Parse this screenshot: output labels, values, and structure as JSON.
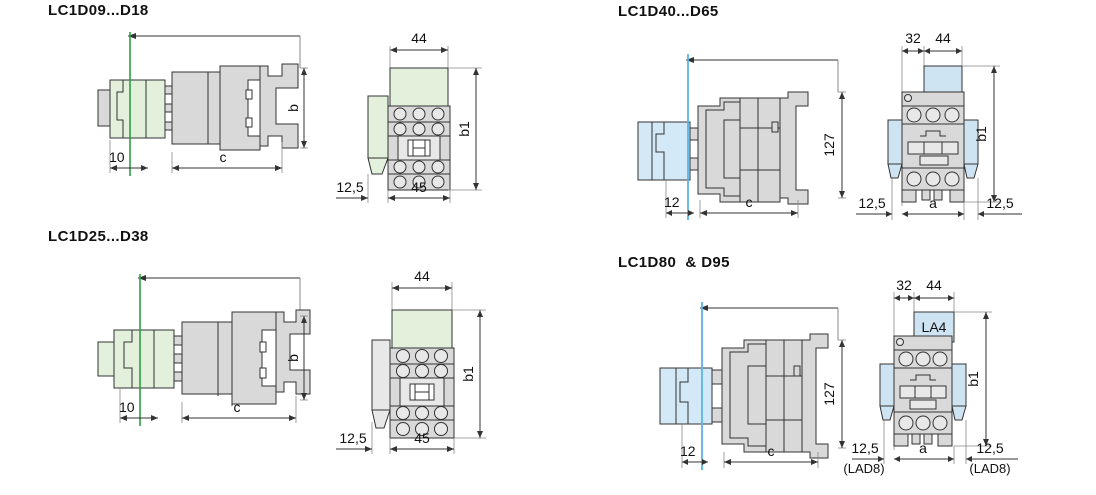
{
  "page": {
    "background": "#ffffff",
    "line_color": "#333333",
    "body_fill": "#d9d9d9",
    "body_fill_light": "#e8e8e8",
    "coil_fill_green": "#e2f0dc",
    "coil_fill_blue": "#cfe4f3",
    "accessory_fill_green": "#e2f0dc",
    "accessory_fill_blue": "#d4e9f7",
    "axis_color_green": "#2e9e41",
    "axis_color_blue": "#5ab4e5"
  },
  "panels": [
    {
      "id": "lc1d09-d18",
      "title": "LC1D09...D18",
      "accent": "green",
      "side_view": {
        "dims": [
          {
            "name": "offset",
            "label": "10"
          },
          {
            "name": "depth",
            "label": "c"
          },
          {
            "name": "height",
            "label": "b"
          }
        ]
      },
      "front_view": {
        "dims": [
          {
            "name": "coil-width",
            "label": "44"
          },
          {
            "name": "side-clearance",
            "label": "12,5"
          },
          {
            "name": "body-width",
            "label": "45"
          },
          {
            "name": "total-height",
            "label": "b1"
          }
        ]
      }
    },
    {
      "id": "lc1d25-d38",
      "title": "LC1D25...D38",
      "accent": "green",
      "side_view": {
        "dims": [
          {
            "name": "offset",
            "label": "10"
          },
          {
            "name": "depth",
            "label": "c"
          },
          {
            "name": "height",
            "label": "b"
          }
        ]
      },
      "front_view": {
        "dims": [
          {
            "name": "coil-width",
            "label": "44"
          },
          {
            "name": "side-clearance",
            "label": "12,5"
          },
          {
            "name": "body-width",
            "label": "45"
          },
          {
            "name": "total-height",
            "label": "b1"
          }
        ]
      }
    },
    {
      "id": "lc1d40-d65",
      "title": "LC1D40...D65",
      "accent": "blue",
      "side_view": {
        "dims": [
          {
            "name": "offset",
            "label": "12"
          },
          {
            "name": "depth",
            "label": "c"
          },
          {
            "name": "height",
            "label": "127"
          }
        ]
      },
      "front_view": {
        "dims": [
          {
            "name": "coil-offset",
            "label": "32"
          },
          {
            "name": "coil-width",
            "label": "44"
          },
          {
            "name": "left-clearance",
            "label": "12,5"
          },
          {
            "name": "body-width",
            "label": "a"
          },
          {
            "name": "right-clearance",
            "label": "12,5"
          },
          {
            "name": "total-height",
            "label": "b1"
          }
        ]
      }
    },
    {
      "id": "lc1d80-d95",
      "title": "LC1D80  & D95",
      "accent": "blue",
      "side_view": {
        "dims": [
          {
            "name": "offset",
            "label": "12"
          },
          {
            "name": "depth",
            "label": "c"
          },
          {
            "name": "height",
            "label": "127"
          }
        ]
      },
      "front_view": {
        "coil_label": "LA4",
        "dims": [
          {
            "name": "coil-offset",
            "label": "32"
          },
          {
            "name": "coil-width",
            "label": "44"
          },
          {
            "name": "left-clearance",
            "label": "12,5"
          },
          {
            "name": "left-clearance-note",
            "label": "(LAD8)"
          },
          {
            "name": "body-width",
            "label": "a"
          },
          {
            "name": "right-clearance",
            "label": "12,5"
          },
          {
            "name": "right-clearance-note",
            "label": "(LAD8)"
          },
          {
            "name": "total-height",
            "label": "b1"
          }
        ]
      }
    }
  ]
}
